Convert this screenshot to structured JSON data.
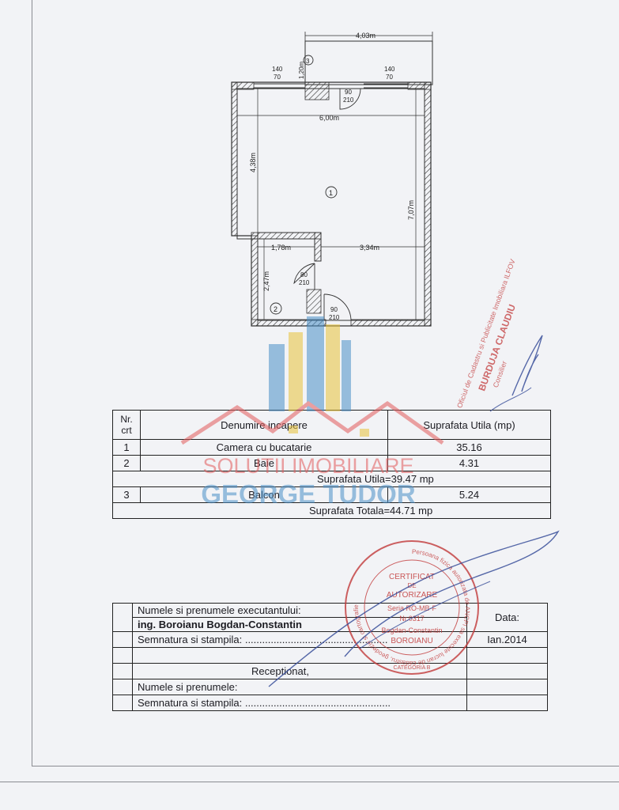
{
  "plan": {
    "dim_top": "4,03m",
    "dim_balcony_h": "1,20m",
    "win_left_w": "140",
    "win_left_h": "70",
    "win_right_w": "140",
    "win_right_h": "70",
    "door_top_w": "90",
    "door_top_h": "210",
    "dim_width": "6,00m",
    "dim_left_h": "4,38m",
    "dim_right_h": "7,07m",
    "room1": "1",
    "room2": "2",
    "room3": "3",
    "dim_bath_w": "1,78m",
    "dim_corr_w": "3,34m",
    "dim_bath_h": "2,47m",
    "door_bath_w": "80",
    "door_bath_h": "210",
    "door_entry_w": "90",
    "door_entry_h": "210"
  },
  "rooms_table": {
    "headers": [
      "Nr. crt",
      "Denumire incapere",
      "Suprafata Utila (mp)"
    ],
    "rows": [
      {
        "nr": "1",
        "name": "Camera cu bucatarie",
        "area": "35.16"
      },
      {
        "nr": "2",
        "name": "Baie",
        "area": "4.31"
      }
    ],
    "subtotal": "Suprafata Utila=39.47 mp",
    "balcony": {
      "nr": "3",
      "name": "Balcon",
      "area": "5.24"
    },
    "total": "Suprafata Totala=44.71 mp"
  },
  "watermark": {
    "line1": "SOLUTII IMOBILIARE",
    "line2": "GEORGE TUDOR"
  },
  "sign_table": {
    "executor_label": "Numele si prenumele executantului:",
    "executor_name": "ing. Boroianu Bogdan-Constantin",
    "date_label": "Data:",
    "date_value": "Ian.2014",
    "signature_label": "Semnatura si stampila: ..................................................",
    "received": "Receptionat,",
    "name_label": "Numele si prenumele:",
    "signature_label2": "Semnatura si stampila: ..................................................."
  },
  "stamp_round": {
    "center1": "CERTIFICAT",
    "center2": "DE",
    "center3": "AUTORIZARE",
    "center4": "Seria RO-MB-F",
    "center5": "Nr.0317",
    "center6": "Bogdan-Constantin",
    "center7": "BOROIANU",
    "ring": "Persoana fizica autorizata de ANCPI sa execute lucrari de cadastru, geodezie si cartografie",
    "bottom": "CATEGORIA B"
  },
  "stamp_side": {
    "line1": "Oficiul de Cadastru si Publicitate Imobiliara ILFOV",
    "line2": "BURDUJA CLAUDIU",
    "line3": "Consilier"
  },
  "colors": {
    "paper": "#f2f3f6",
    "ink": "#1c1c22",
    "stamp_red": "#c23a3a",
    "watermark_red": "#e25a5a",
    "watermark_blue": "#4a90c8",
    "watermark_yellow": "#e8c23a",
    "pen_blue": "#3a4f9a"
  }
}
